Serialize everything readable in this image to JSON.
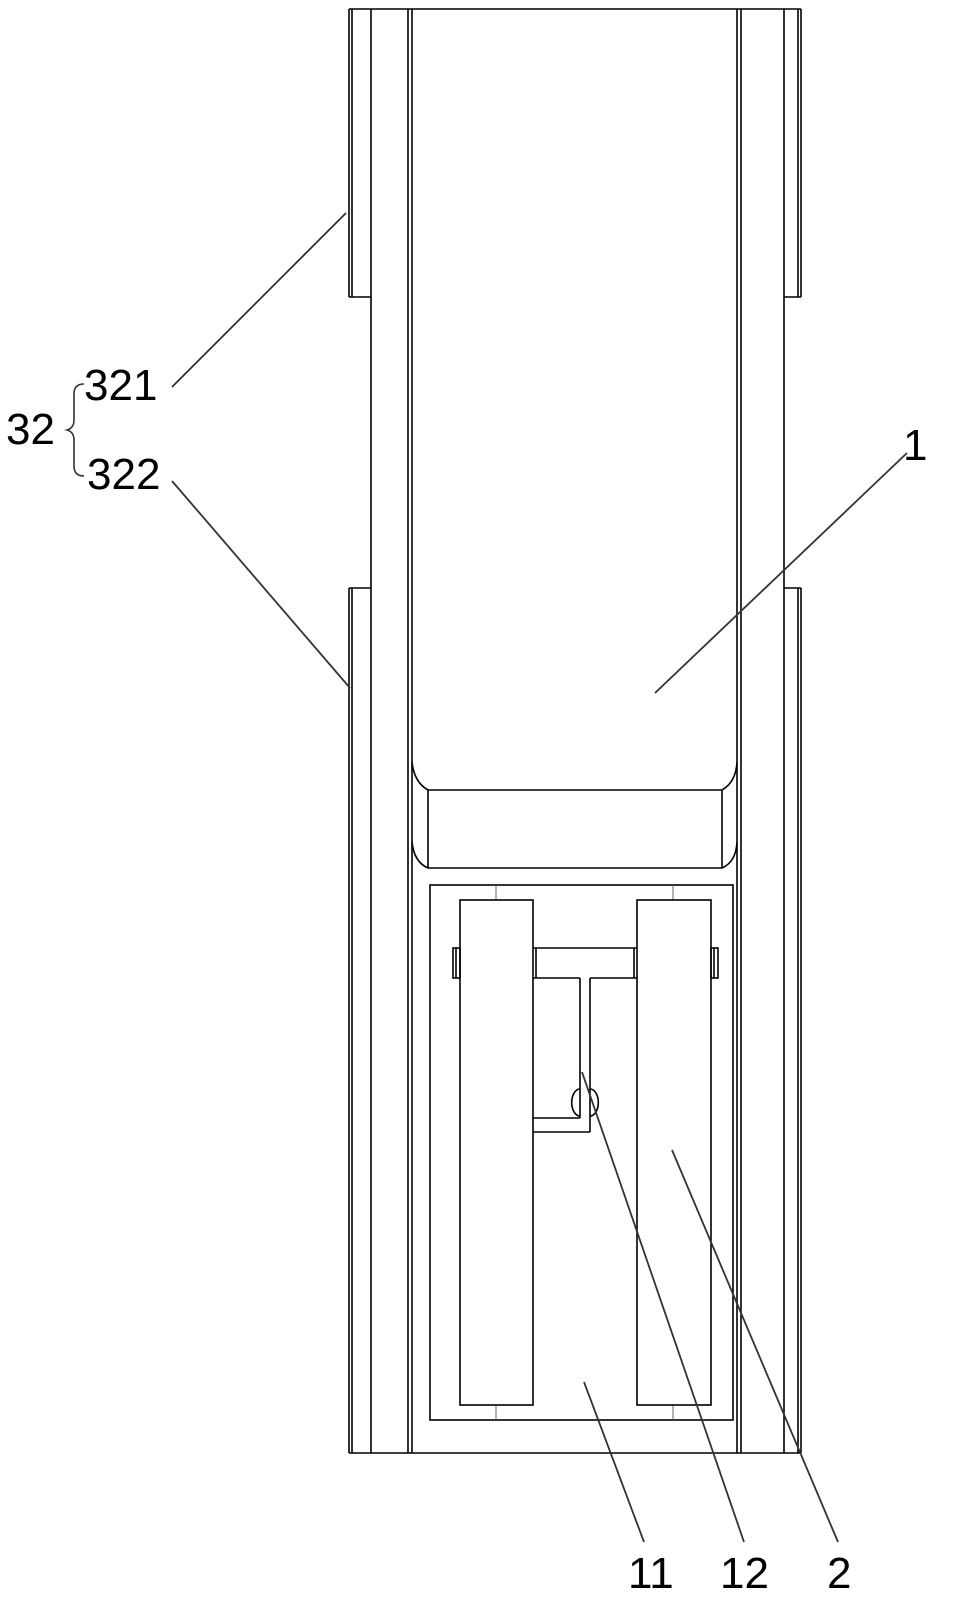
{
  "figure": {
    "type": "patent line drawing",
    "description": "Front view of container assembly with rails, flanges and roller mechanism"
  },
  "labels": {
    "group_32": "32",
    "part_321": "321",
    "part_322": "322",
    "part_1": "1",
    "part_11": "11",
    "part_12": "12",
    "part_2": "2"
  },
  "colors": {
    "line": "#000000",
    "leader": "#333333",
    "background": "#ffffff"
  }
}
